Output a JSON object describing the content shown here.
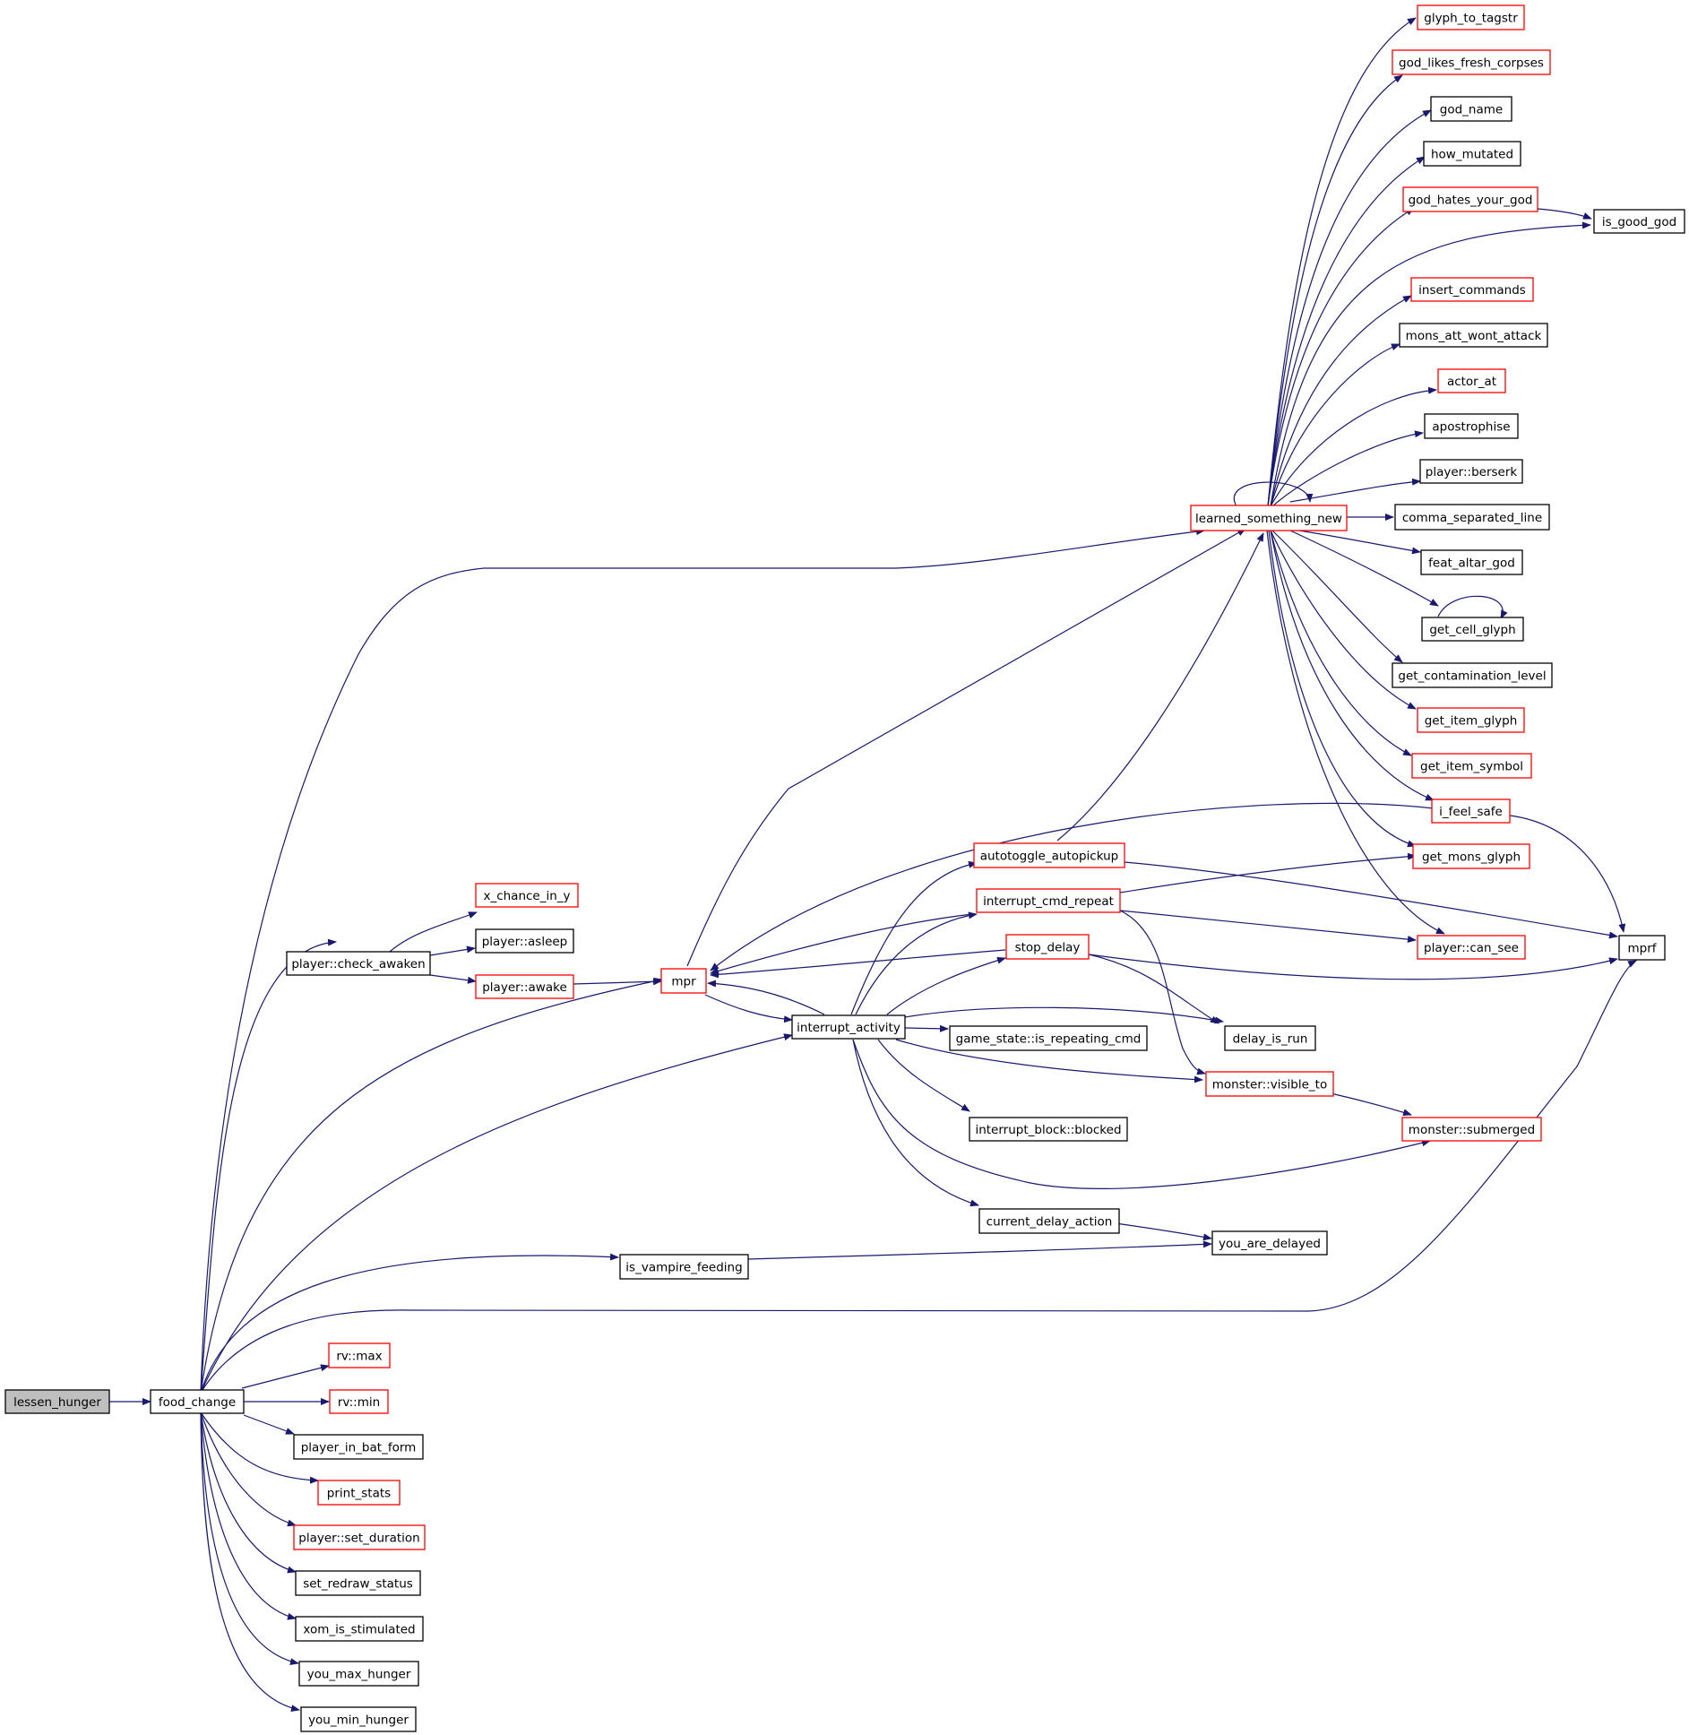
{
  "colors": {
    "edge": "#191970",
    "red_border": "#ff0000",
    "black_border": "#000000",
    "root_fill": "#bfbfbf"
  },
  "nodes": {
    "lessen_hunger": "lessen_hunger",
    "food_change": "food_change",
    "player_check_awaken": "player::check_awaken",
    "x_chance_in_y": "x_chance_in_y",
    "player_asleep": "player::asleep",
    "player_awake": "player::awake",
    "mpr": "mpr",
    "interrupt_activity": "interrupt_activity",
    "autotoggle_autopickup": "autotoggle_autopickup",
    "interrupt_cmd_repeat": "interrupt_cmd_repeat",
    "stop_delay": "stop_delay",
    "game_state_is_repeating_cmd": "game_state::is_repeating_cmd",
    "delay_is_run": "delay_is_run",
    "monster_visible_to": "monster::visible_to",
    "interrupt_block_blocked": "interrupt_block::blocked",
    "monster_submerged": "monster::submerged",
    "current_delay_action": "current_delay_action",
    "you_are_delayed": "you_are_delayed",
    "is_vampire_feeding": "is_vampire_feeding",
    "learned_something_new": "learned_something_new",
    "glyph_to_tagstr": "glyph_to_tagstr",
    "god_likes_fresh_corpses": "god_likes_fresh_corpses",
    "god_name": "god_name",
    "how_mutated": "how_mutated",
    "god_hates_your_god": "god_hates_your_god",
    "is_good_god": "is_good_god",
    "insert_commands": "insert_commands",
    "mons_att_wont_attack": "mons_att_wont_attack",
    "actor_at": "actor_at",
    "apostrophise": "apostrophise",
    "player_berserk": "player::berserk",
    "comma_separated_line": "comma_separated_line",
    "feat_altar_god": "feat_altar_god",
    "get_cell_glyph": "get_cell_glyph",
    "get_contamination_level": "get_contamination_level",
    "get_item_glyph": "get_item_glyph",
    "get_item_symbol": "get_item_symbol",
    "i_feel_safe": "i_feel_safe",
    "get_mons_glyph": "get_mons_glyph",
    "player_can_see": "player::can_see",
    "mprf": "mprf",
    "rv_max": "rv::max",
    "rv_min": "rv::min",
    "player_in_bat_form": "player_in_bat_form",
    "print_stats": "print_stats",
    "player_set_duration": "player::set_duration",
    "set_redraw_status": "set_redraw_status",
    "xom_is_stimulated": "xom_is_stimulated",
    "you_max_hunger": "you_max_hunger",
    "you_min_hunger": "you_min_hunger"
  }
}
